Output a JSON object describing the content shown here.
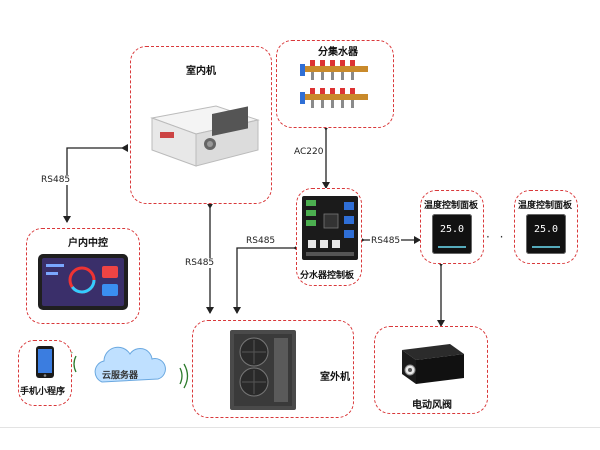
{
  "nodes": {
    "indoor_unit": {
      "label": "室内机",
      "icon": "indoor-ahu-unit"
    },
    "manifold": {
      "label": "分集水器",
      "icon": "water-manifold"
    },
    "home_controller": {
      "label": "户内中控",
      "icon": "tablet-controller"
    },
    "manifold_board": {
      "label": "分水器控制板",
      "icon": "pcb-board"
    },
    "temp_panel_1": {
      "label": "温度控制面板",
      "display": "25.0",
      "icon": "thermostat"
    },
    "temp_panel_2": {
      "label": "温度控制面板",
      "display": "25.0",
      "icon": "thermostat"
    },
    "outdoor_unit": {
      "label": "室外机",
      "icon": "heat-pump-outdoor"
    },
    "motor_damper": {
      "label": "电动风阀",
      "icon": "motorized-damper"
    },
    "phone_app": {
      "label": "手机小程序",
      "icon": "smartphone"
    },
    "cloud": {
      "label": "云服务器",
      "icon": "cloud"
    }
  },
  "edges": {
    "indoor_home": "RS485",
    "manifold_board_power": "AC220",
    "indoor_outdoor": "RS485",
    "board_outdoor": "RS485",
    "board_panel": "RS485"
  },
  "ellipsis": "· · ·",
  "colors": {
    "box_border": "#d9383a",
    "wire": "#222222"
  }
}
